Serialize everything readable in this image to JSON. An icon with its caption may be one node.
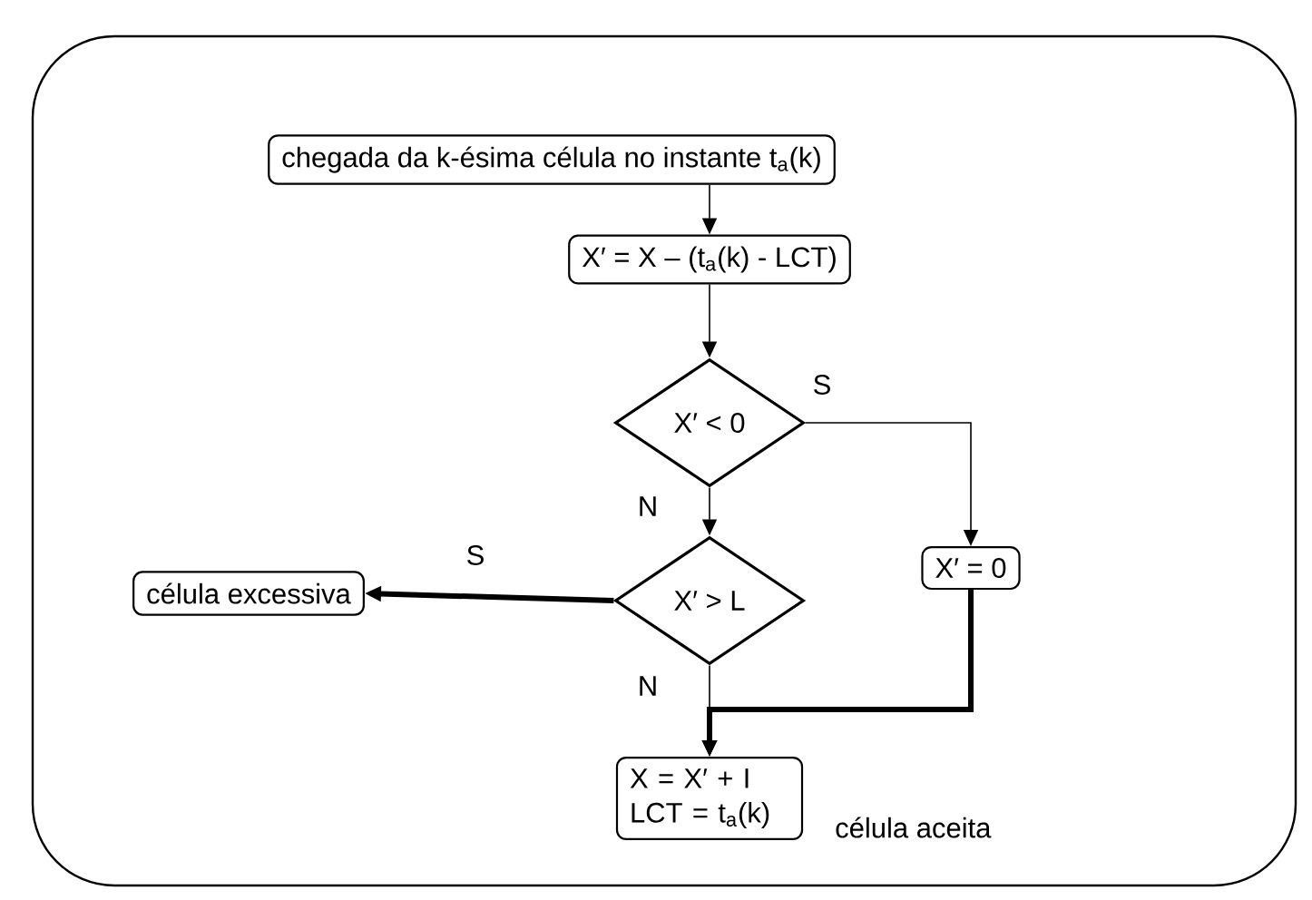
{
  "diagram": {
    "nodes": [
      {
        "text": [
          "chegada da k-ésima célula no instante t$_{a}$(k)"
        ]
      },
      {
        "text": [
          "X′ = X – (t$_{a}$(k) - LCT)"
        ]
      },
      {
        "text": [
          "X′ < 0"
        ]
      },
      {
        "text": [
          "X′ > L"
        ]
      },
      {
        "text": [
          "X′ = 0"
        ]
      },
      {
        "text": [
          "célula excessiva"
        ]
      },
      {
        "text": [
          "X = X′ + I LCT = t$_{a}$(k)"
        ],
        "beside": [
          "célula aceita"
        ]
      }
    ],
    "edges": [
      {
        "from": 0,
        "to": 1,
        "arrow": "to"
      },
      {
        "from": 1,
        "to": 2,
        "arrow": "to"
      },
      {
        "from": 2,
        "to": 4,
        "arrow": "to",
        "label": "S"
      },
      {
        "from": 2,
        "to": 3,
        "arrow": "to",
        "label": "N"
      },
      {
        "from": 3,
        "to": 5,
        "arrow": "to",
        "label": "S",
        "style": "thick"
      },
      {
        "from": 3,
        "to": 6,
        "arrow": "to",
        "label": "N"
      },
      {
        "from": 4,
        "to": 6,
        "arrow": "to",
        "style": "thick"
      }
    ]
  }
}
